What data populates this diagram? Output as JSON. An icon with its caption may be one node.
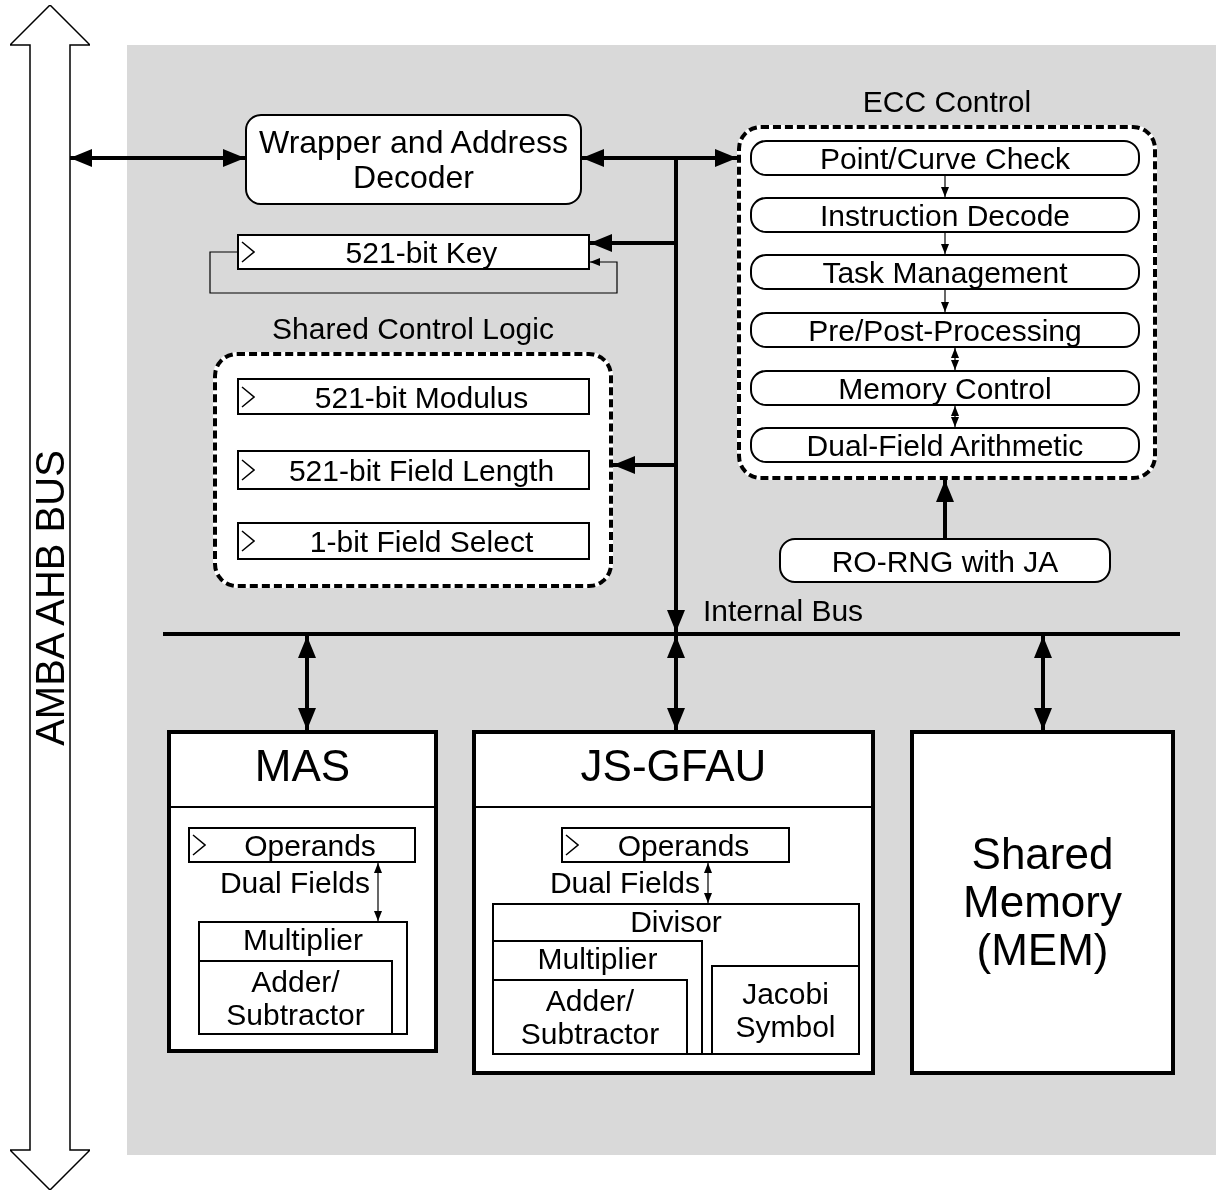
{
  "diagram": {
    "nodes": [
      {
        "text": [
          "AMBA AHB BUS"
        ]
      },
      {
        "text": [
          "Wrapper and Address Decoder"
        ]
      },
      {
        "text": [
          "521-bit Key"
        ]
      },
      {
        "text": [
          "Shared Control Logic"
        ]
      },
      {
        "text": [
          "521-bit Modulus"
        ],
        "in": 3
      },
      {
        "text": [
          "521-bit Field Length"
        ],
        "in": 3
      },
      {
        "text": [
          "1-bit Field Select"
        ],
        "in": 3
      },
      {
        "text": [
          "ECC Control"
        ]
      },
      {
        "text": [
          "Point/Curve Check"
        ],
        "in": 7
      },
      {
        "text": [
          "Instruction Decode"
        ],
        "in": 7
      },
      {
        "text": [
          "Task Management"
        ],
        "in": 7
      },
      {
        "text": [
          "Pre/Post-Processing"
        ],
        "in": 7
      },
      {
        "text": [
          "Memory Control"
        ],
        "in": 7
      },
      {
        "text": [
          "Dual-Field Arithmetic"
        ],
        "in": 7
      },
      {
        "text": [
          "RO-RNG with JA"
        ]
      },
      {
        "text": [],
        "shape": "bar",
        "beside": [
          "Internal Bus"
        ]
      },
      {
        "text": [
          "MAS"
        ]
      },
      {
        "text": [
          "Operands"
        ],
        "in": 16
      },
      {
        "text": [
          "Multiplier"
        ],
        "in": 16
      },
      {
        "text": [
          "Adder/ Subtractor"
        ],
        "in": 18
      },
      {
        "text": [
          "JS-GFAU"
        ]
      },
      {
        "text": [
          "Operands"
        ],
        "in": 20
      },
      {
        "text": [
          "Divisor"
        ],
        "in": 20
      },
      {
        "text": [
          "Multiplier"
        ],
        "in": 22
      },
      {
        "text": [
          "Adder/ Subtractor"
        ],
        "in": 23
      },
      {
        "text": [
          "Jacobi Symbol"
        ],
        "in": 22
      },
      {
        "text": [
          "Shared Memory (MEM)"
        ]
      }
    ],
    "edges": [
      {
        "from": 0,
        "to": 1,
        "arrow": "both"
      },
      {
        "from": 1,
        "to": 7,
        "arrow": "both"
      },
      {
        "from": 1,
        "to": 2,
        "arrow": "to"
      },
      {
        "from": 1,
        "to": 3,
        "arrow": "to"
      },
      {
        "from": 1,
        "to": 15,
        "arrow": "to"
      },
      {
        "from": 2,
        "to": 2,
        "arrow": "to"
      },
      {
        "from": 8,
        "to": 9,
        "arrow": "to"
      },
      {
        "from": 9,
        "to": 10,
        "arrow": "to"
      },
      {
        "from": 10,
        "to": 11,
        "arrow": "to"
      },
      {
        "from": 11,
        "to": 12,
        "arrow": "both"
      },
      {
        "from": 12,
        "to": 13,
        "arrow": "both"
      },
      {
        "from": 14,
        "to": 7,
        "arrow": "to"
      },
      {
        "from": 15,
        "to": 16,
        "arrow": "both"
      },
      {
        "from": 15,
        "to": 20,
        "arrow": "both"
      },
      {
        "from": 15,
        "to": 26,
        "arrow": "both"
      },
      {
        "from": 17,
        "to": 18,
        "arrow": "both",
        "label": "Dual Fields"
      },
      {
        "from": 21,
        "to": 22,
        "arrow": "both",
        "label": "Dual Fields"
      }
    ]
  }
}
